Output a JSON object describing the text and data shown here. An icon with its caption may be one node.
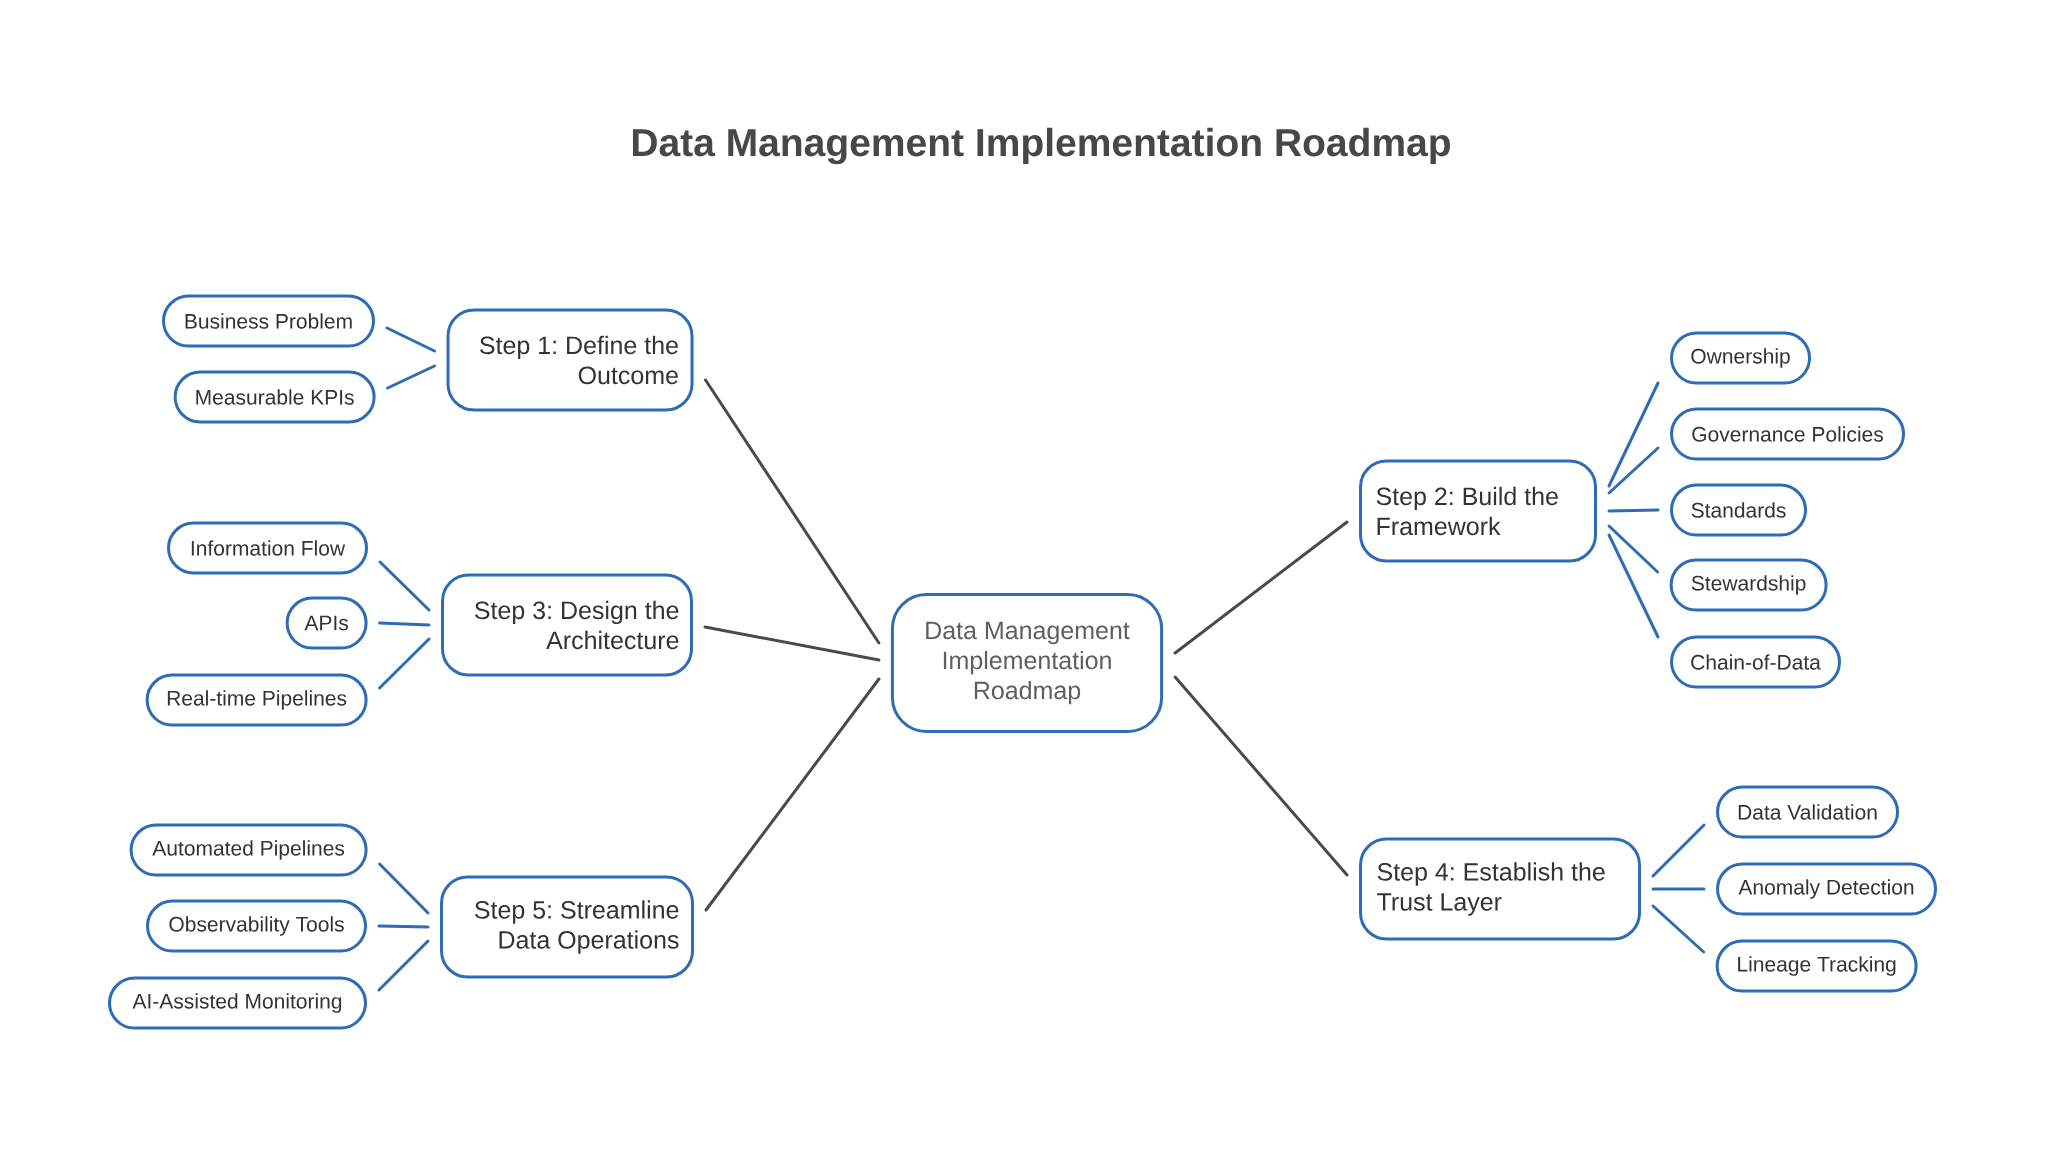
{
  "diagram": {
    "title": "Data Management Implementation Roadmap",
    "nodes": [
      {
        "text": [
          "Data Management Implementation Roadmap"
        ]
      },
      {
        "text": [
          "Step 1: Define the Outcome"
        ]
      },
      {
        "text": [
          "Step 2: Build the Framework"
        ]
      },
      {
        "text": [
          "Step 3: Design the Architecture"
        ]
      },
      {
        "text": [
          "Step 4: Establish the Trust Layer"
        ]
      },
      {
        "text": [
          "Step 5: Streamline Data Operations"
        ]
      },
      {
        "text": [
          "Business Problem"
        ]
      },
      {
        "text": [
          "Measurable KPIs"
        ]
      },
      {
        "text": [
          "Ownership"
        ]
      },
      {
        "text": [
          "Governance Policies"
        ]
      },
      {
        "text": [
          "Standards"
        ]
      },
      {
        "text": [
          "Stewardship"
        ]
      },
      {
        "text": [
          "Chain-of-Data"
        ]
      },
      {
        "text": [
          "Information Flow"
        ]
      },
      {
        "text": [
          "APIs"
        ]
      },
      {
        "text": [
          "Real-time Pipelines"
        ]
      },
      {
        "text": [
          "Data Validation"
        ]
      },
      {
        "text": [
          "Anomaly Detection"
        ]
      },
      {
        "text": [
          "Lineage Tracking"
        ]
      },
      {
        "text": [
          "Automated Pipelines"
        ]
      },
      {
        "text": [
          "Observability Tools"
        ]
      },
      {
        "text": [
          "AI-Assisted Monitoring"
        ]
      }
    ],
    "edges": [
      {
        "from": 0,
        "to": 1,
        "arrow": "none",
        "color": "#4a4a4a"
      },
      {
        "from": 0,
        "to": 2,
        "arrow": "none",
        "color": "#4a4a4a"
      },
      {
        "from": 0,
        "to": 3,
        "arrow": "none",
        "color": "#4a4a4a"
      },
      {
        "from": 0,
        "to": 4,
        "arrow": "none",
        "color": "#4a4a4a"
      },
      {
        "from": 0,
        "to": 5,
        "arrow": "none",
        "color": "#4a4a4a"
      },
      {
        "from": 1,
        "to": 6,
        "arrow": "none"
      },
      {
        "from": 1,
        "to": 7,
        "arrow": "none"
      },
      {
        "from": 2,
        "to": 8,
        "arrow": "none"
      },
      {
        "from": 2,
        "to": 9,
        "arrow": "none"
      },
      {
        "from": 2,
        "to": 10,
        "arrow": "none"
      },
      {
        "from": 2,
        "to": 11,
        "arrow": "none"
      },
      {
        "from": 2,
        "to": 12,
        "arrow": "none"
      },
      {
        "from": 3,
        "to": 13,
        "arrow": "none"
      },
      {
        "from": 3,
        "to": 14,
        "arrow": "none"
      },
      {
        "from": 3,
        "to": 15,
        "arrow": "none"
      },
      {
        "from": 4,
        "to": 16,
        "arrow": "none"
      },
      {
        "from": 4,
        "to": 17,
        "arrow": "none"
      },
      {
        "from": 4,
        "to": 18,
        "arrow": "none"
      },
      {
        "from": 5,
        "to": 19,
        "arrow": "none"
      },
      {
        "from": 5,
        "to": 20,
        "arrow": "none"
      },
      {
        "from": 5,
        "to": 21,
        "arrow": "none"
      }
    ]
  }
}
